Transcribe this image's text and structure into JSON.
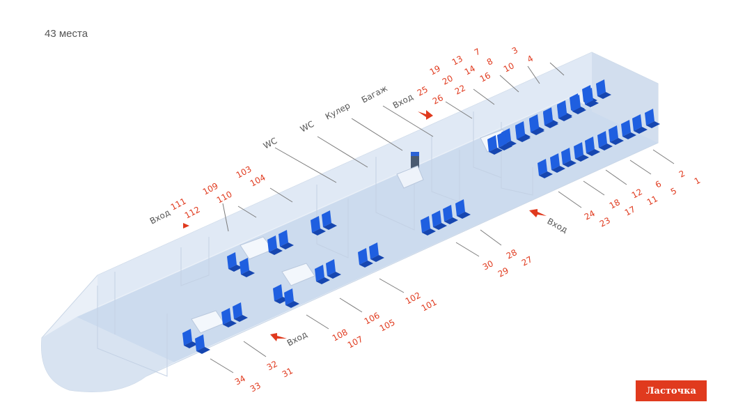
{
  "header": {
    "seat_count": "43 места"
  },
  "brand": {
    "label": "Ласточка"
  },
  "zones": {
    "wc": "WC",
    "cooler": "Кулер",
    "luggage": "Багаж",
    "entrance": "Вход"
  },
  "seats": {
    "s1": "1",
    "s2": "2",
    "s3": "3",
    "s4": "4",
    "s5": "5",
    "s6": "6",
    "s7": "7",
    "s8": "8",
    "s10": "10",
    "s11": "11",
    "s12": "12",
    "s13": "13",
    "s14": "14",
    "s16": "16",
    "s17": "17",
    "s18": "18",
    "s19": "19",
    "s20": "20",
    "s22": "22",
    "s23": "23",
    "s24": "24",
    "s25": "25",
    "s26": "26",
    "s27": "27",
    "s28": "28",
    "s29": "29",
    "s30": "30",
    "s31": "31",
    "s32": "32",
    "s33": "33",
    "s34": "34",
    "s101": "101",
    "s102": "102",
    "s103": "103",
    "s104": "104",
    "s105": "105",
    "s106": "106",
    "s107": "107",
    "s108": "108",
    "s109": "109",
    "s110": "110",
    "s111": "111",
    "s112": "112"
  },
  "colors": {
    "seat": "#1f5fe0",
    "seat_dark": "#1646b0",
    "accent": "#e03a1e",
    "hull": "#dce6f2",
    "floor": "#c7d6ea"
  }
}
